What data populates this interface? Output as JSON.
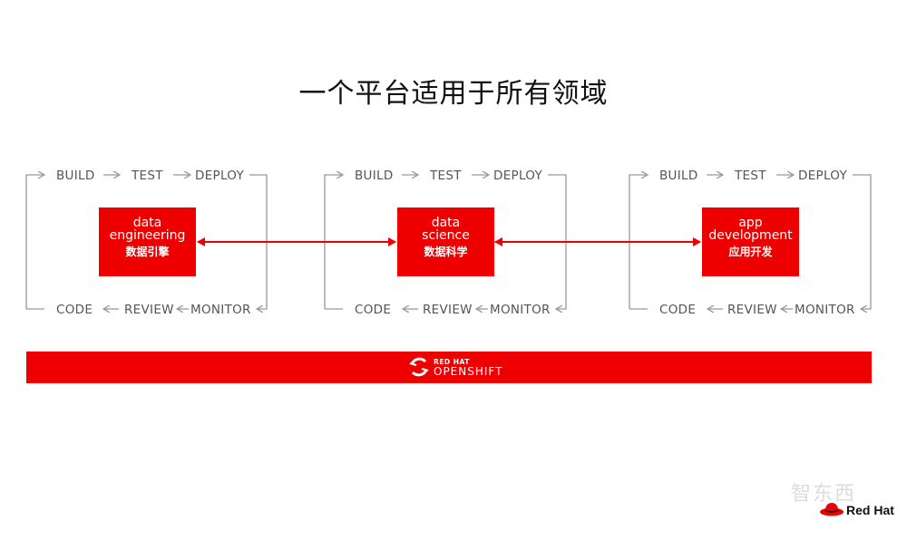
{
  "title": "一个平台适用于所有领域",
  "stages_top": [
    "BUILD",
    "TEST",
    "DEPLOY"
  ],
  "stages_bottom": [
    "CODE",
    "REVIEW",
    "MONITOR"
  ],
  "boxes": [
    {
      "en_line1": "data",
      "en_line2": "engineering",
      "cn": "数据引擎"
    },
    {
      "en_line1": "data",
      "en_line2": "science",
      "cn": "数据科学"
    },
    {
      "en_line1": "app",
      "en_line2": "development",
      "cn": "应用开发"
    }
  ],
  "banner": {
    "brand": "RED HAT",
    "product": "OPENSHIFT"
  },
  "corner_logo": "Red Hat",
  "watermark": "智东西",
  "colors": {
    "accent": "#ee0000",
    "line": "#999999",
    "text": "#555555"
  }
}
